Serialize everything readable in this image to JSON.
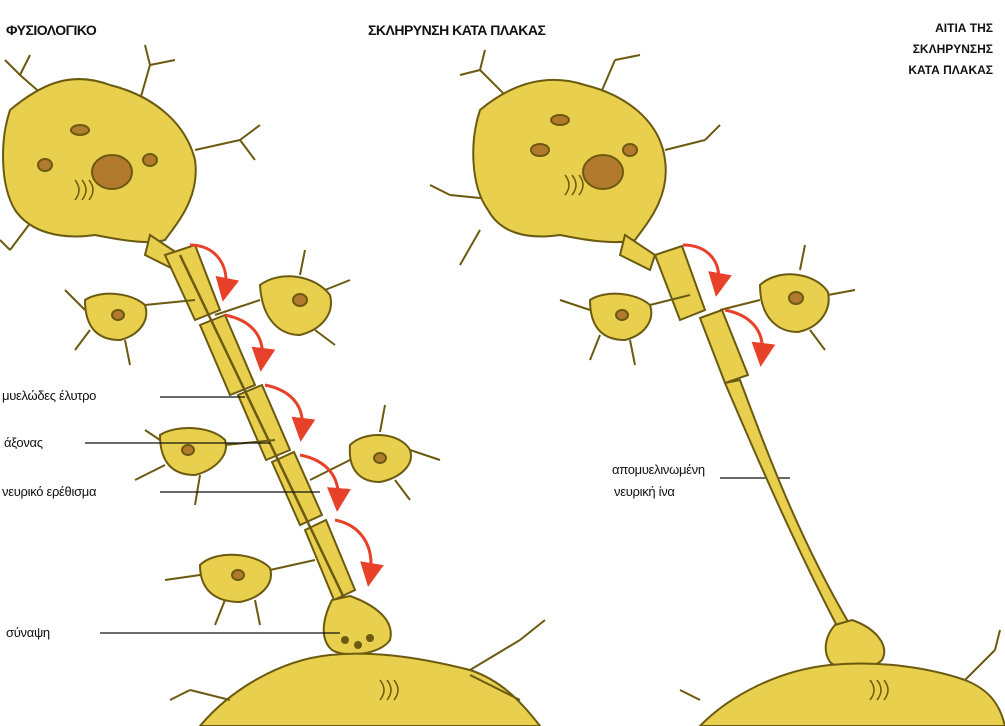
{
  "titles": {
    "normal": "ΦΥΣΙΟΛΟΓΙΚΟ",
    "ms": "ΣΚΛΗΡΥΝΣΗ ΚΑΤΑ ΠΛΑΚΑΣ",
    "cause_line1": "ΑΙΤΙΑ ΤΗΣ",
    "cause_line2": "ΣΚΛΗΡΥΝΣΗΣ",
    "cause_line3": "ΚΑΤΑ ΠΛΑΚΑΣ"
  },
  "labels": {
    "myelin": "μυελώδες έλυτρο",
    "axon": "άξονας",
    "impulse": "νευρικό ερέθισμα",
    "synapse": "σύναψη",
    "demyelinated_line1": "απομυελινωμένη",
    "demyelinated_line2": "νευρική ίνα"
  },
  "colors": {
    "cell_fill": "#e9cf4e",
    "cell_stroke": "#6b5a10",
    "nucleus": "#b27a2c",
    "arrow": "#e8412a"
  }
}
